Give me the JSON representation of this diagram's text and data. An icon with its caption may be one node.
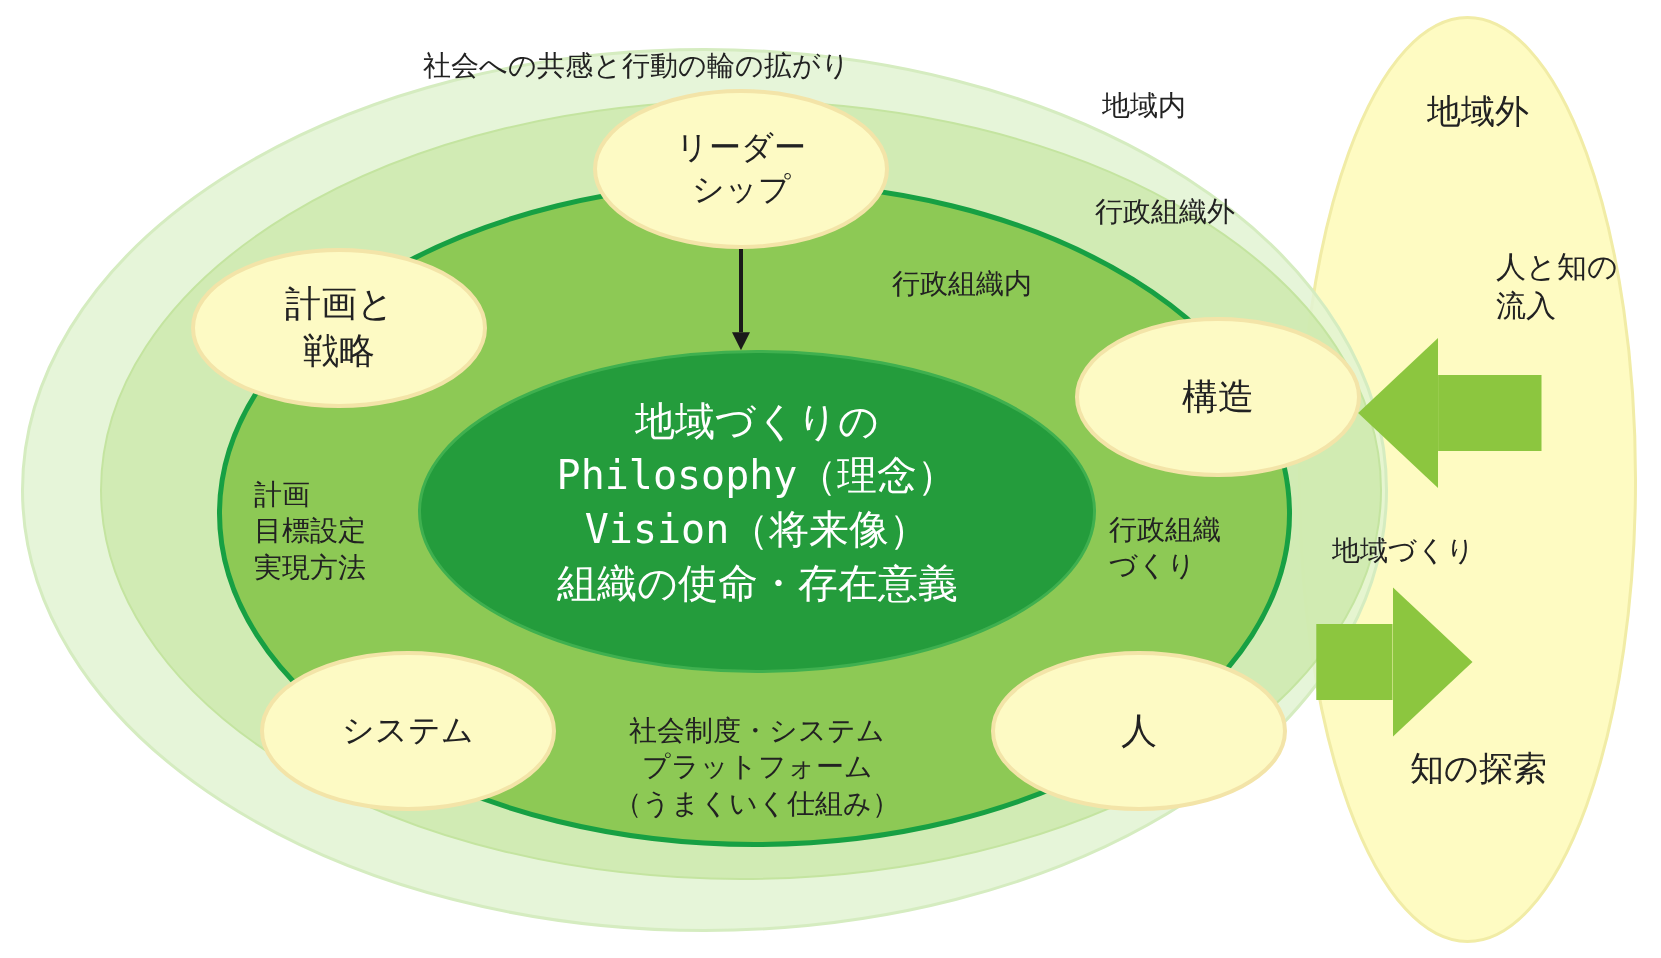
{
  "diagram": {
    "nodes": [
      {
        "text": [
          "社会への共感と行動の輪の拡がり",
          "地域内"
        ]
      },
      {
        "text": [
          "行政組織外"
        ],
        "in": 0
      },
      {
        "text": [
          "行政組織内",
          "計画目標設定実現方法",
          "行政組織づくり",
          "社会制度・システムプラットフォーム（うまくいく仕組み）"
        ],
        "in": 1
      },
      {
        "text": [
          "地域づくりのPhilosophy（理念）Vision（将来像）組織の使命・存在意義"
        ],
        "in": 2
      },
      {
        "text": [
          "リーダーシップ"
        ],
        "in": 1
      },
      {
        "text": [
          "計画と戦略"
        ],
        "in": 1
      },
      {
        "text": [
          "構造"
        ],
        "in": 1
      },
      {
        "text": [
          "システム"
        ],
        "in": 2
      },
      {
        "text": [
          "人"
        ],
        "in": 2
      },
      {
        "text": [
          "地域外"
        ]
      }
    ],
    "edges": [
      {
        "from": 4,
        "to": 3,
        "arrow": "to",
        "color": "#1a1a1a"
      },
      {
        "from": 9,
        "to": 6,
        "arrow": "to",
        "label": "人と知の流入"
      },
      {
        "from": 1,
        "to": 9,
        "arrow": "to",
        "label": "知の探索"
      }
    ],
    "labels": [
      "地域づくり"
    ]
  }
}
